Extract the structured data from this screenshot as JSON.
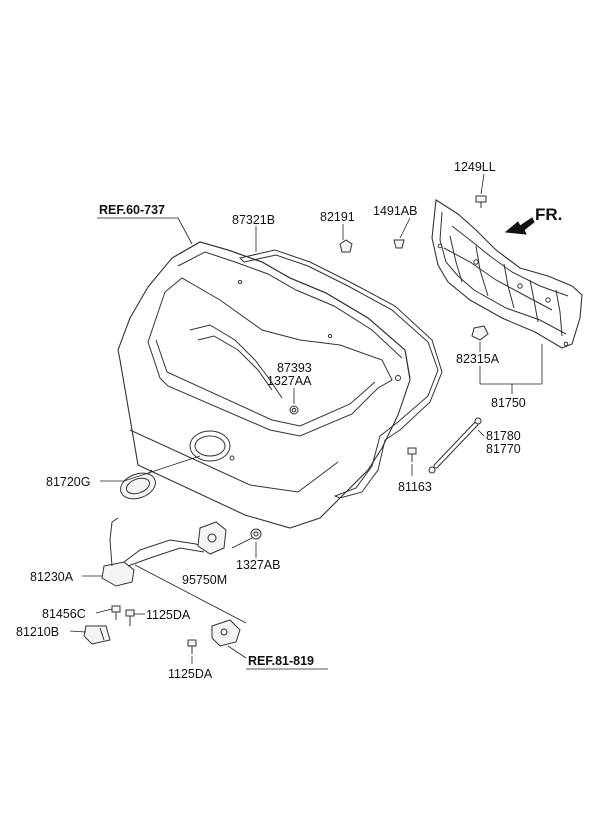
{
  "direction": {
    "text": "FR.",
    "icon": "front-direction-arrow-icon"
  },
  "references": [
    {
      "id": "ref-60-737",
      "text": "REF.60-737"
    },
    {
      "id": "ref-81-819",
      "text": "REF.81-819"
    }
  ],
  "labels": {
    "l87321b": "87321B",
    "l82191": "82191",
    "l1249ll": "1249LL",
    "l1491ab": "1491AB",
    "l87393": "87393",
    "l1327aa": "1327AA",
    "l82315a": "82315A",
    "l81750": "81750",
    "l81780": "81780",
    "l81770": "81770",
    "l81163": "81163",
    "l81720g": "81720G",
    "l1327ab": "1327AB",
    "l95750m": "95750M",
    "l81230a": "81230A",
    "l81456c": "81456C",
    "l1125da_a": "1125DA",
    "l81210b": "81210B",
    "l1125da_b": "1125DA"
  }
}
